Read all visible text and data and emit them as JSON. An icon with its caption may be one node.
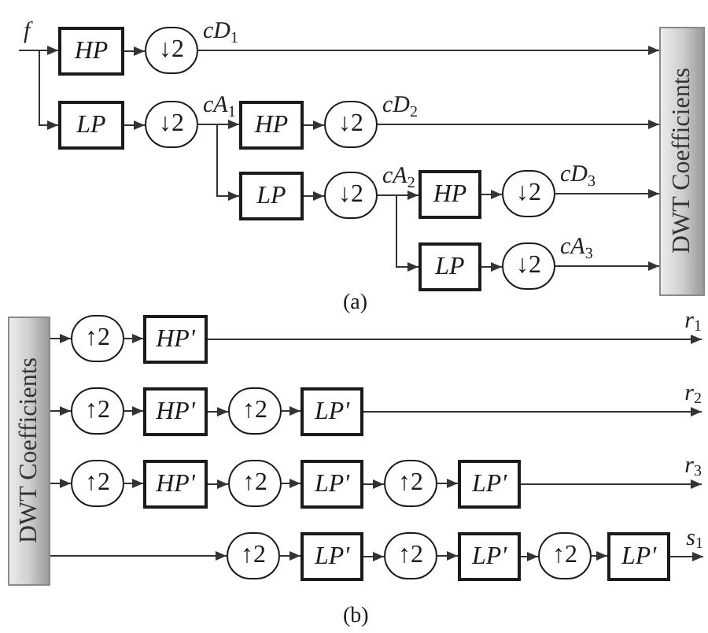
{
  "diagram": {
    "nodes": [
      {
        "text": [
          "HP"
        ]
      },
      {
        "text": [
          "↓2"
        ]
      },
      {
        "text": [
          "LP"
        ]
      },
      {
        "text": [
          "↓2"
        ]
      },
      {
        "text": [
          "HP"
        ]
      },
      {
        "text": [
          "↓2"
        ]
      },
      {
        "text": [
          "LP"
        ]
      },
      {
        "text": [
          "↓2"
        ]
      },
      {
        "text": [
          "HP"
        ]
      },
      {
        "text": [
          "↓2"
        ]
      },
      {
        "text": [
          "LP"
        ]
      },
      {
        "text": [
          "↓2"
        ]
      },
      {
        "text": [
          "DWT Coefficients"
        ]
      },
      {
        "text": [
          "DWT Coefficients"
        ]
      },
      {
        "text": [
          "↑2"
        ]
      },
      {
        "text": [
          "HP'"
        ]
      },
      {
        "text": [
          "↑2"
        ]
      },
      {
        "text": [
          "HP'"
        ]
      },
      {
        "text": [
          "↑2"
        ]
      },
      {
        "text": [
          "LP'"
        ]
      },
      {
        "text": [
          "↑2"
        ]
      },
      {
        "text": [
          "HP'"
        ]
      },
      {
        "text": [
          "↑2"
        ]
      },
      {
        "text": [
          "LP'"
        ]
      },
      {
        "text": [
          "↑2"
        ]
      },
      {
        "text": [
          "LP'"
        ]
      },
      {
        "text": [
          "↑2"
        ]
      },
      {
        "text": [
          "LP'"
        ]
      },
      {
        "text": [
          "↑2"
        ]
      },
      {
        "text": [
          "LP'"
        ]
      },
      {
        "text": [
          "↑2"
        ]
      },
      {
        "text": [
          "LP'"
        ]
      }
    ],
    "edges": [
      {
        "from": null,
        "to": 0,
        "arrow": "to",
        "label": "f"
      },
      {
        "from": null,
        "to": 2,
        "arrow": "to"
      },
      {
        "from": 0,
        "to": 1,
        "arrow": "to"
      },
      {
        "from": 2,
        "to": 3,
        "arrow": "to"
      },
      {
        "from": 1,
        "to": 12,
        "arrow": "to",
        "label": "cD$_{1}$"
      },
      {
        "from": 3,
        "to": 4,
        "arrow": "to",
        "label": "cA$_{1}$"
      },
      {
        "from": 3,
        "to": 6,
        "arrow": "to"
      },
      {
        "from": 4,
        "to": 5,
        "arrow": "to"
      },
      {
        "from": 6,
        "to": 7,
        "arrow": "to"
      },
      {
        "from": 5,
        "to": 12,
        "arrow": "to",
        "label": "cD$_{2}$"
      },
      {
        "from": 7,
        "to": 8,
        "arrow": "to",
        "label": "cA$_{2}$"
      },
      {
        "from": 7,
        "to": 10,
        "arrow": "to"
      },
      {
        "from": 8,
        "to": 9,
        "arrow": "to"
      },
      {
        "from": 10,
        "to": 11,
        "arrow": "to"
      },
      {
        "from": 9,
        "to": 12,
        "arrow": "to",
        "label": "cD$_{3}$"
      },
      {
        "from": 11,
        "to": 12,
        "arrow": "to",
        "label": "cA$_{3}$"
      },
      {
        "from": 13,
        "to": 14,
        "arrow": "to"
      },
      {
        "from": 14,
        "to": 15,
        "arrow": "to"
      },
      {
        "from": 15,
        "to": null,
        "arrow": "to",
        "label": "r$_{1}$"
      },
      {
        "from": 13,
        "to": 16,
        "arrow": "to"
      },
      {
        "from": 16,
        "to": 17,
        "arrow": "to"
      },
      {
        "from": 17,
        "to": 18,
        "arrow": "to"
      },
      {
        "from": 18,
        "to": 19,
        "arrow": "to"
      },
      {
        "from": 19,
        "to": null,
        "arrow": "to",
        "label": "r$_{2}$"
      },
      {
        "from": 13,
        "to": 20,
        "arrow": "to"
      },
      {
        "from": 20,
        "to": 21,
        "arrow": "to"
      },
      {
        "from": 21,
        "to": 22,
        "arrow": "to"
      },
      {
        "from": 22,
        "to": 23,
        "arrow": "to"
      },
      {
        "from": 23,
        "to": 24,
        "arrow": "to"
      },
      {
        "from": 24,
        "to": 25,
        "arrow": "to"
      },
      {
        "from": 25,
        "to": null,
        "arrow": "to",
        "label": "r$_{3}$"
      },
      {
        "from": 13,
        "to": 26,
        "arrow": "to"
      },
      {
        "from": 26,
        "to": 27,
        "arrow": "to"
      },
      {
        "from": 27,
        "to": 28,
        "arrow": "to"
      },
      {
        "from": 28,
        "to": 29,
        "arrow": "to"
      },
      {
        "from": 29,
        "to": 30,
        "arrow": "to"
      },
      {
        "from": 30,
        "to": 31,
        "arrow": "to"
      },
      {
        "from": 31,
        "to": null,
        "arrow": "to",
        "label": "s$_{1}$"
      }
    ],
    "labels": [
      "(a)",
      "(b)"
    ]
  }
}
